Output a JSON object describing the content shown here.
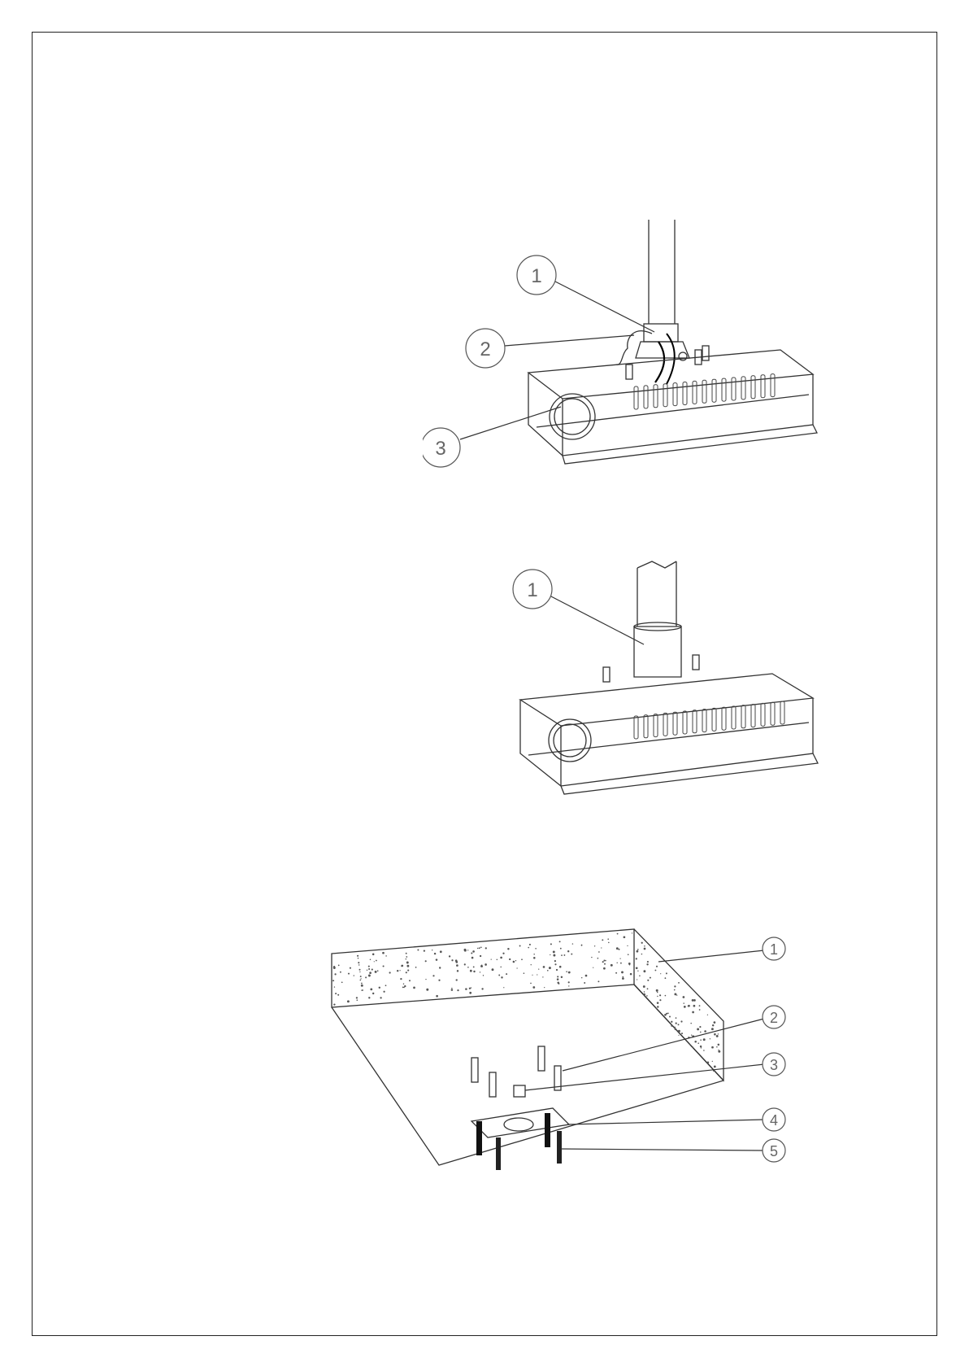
{
  "figure1": {
    "callouts": [
      "1",
      "2",
      "3"
    ]
  },
  "figure2": {
    "callouts": [
      "1"
    ]
  },
  "figure3": {
    "callouts": [
      "1",
      "2",
      "3",
      "4",
      "5"
    ]
  }
}
